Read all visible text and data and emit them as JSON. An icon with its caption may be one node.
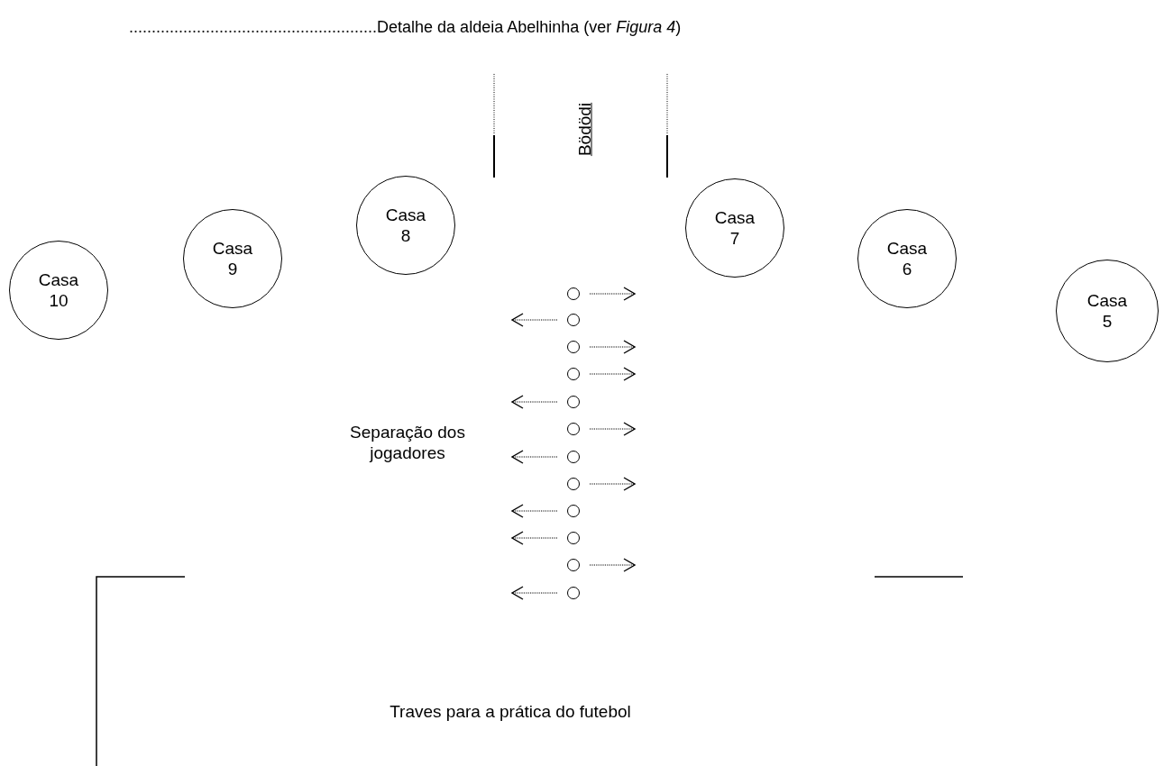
{
  "diagram": {
    "title": ".......................................................Detalhe da aldeia Abelhinha (ver *Figura 4*)",
    "nodes": [
      {
        "text": [
          "Casa 10"
        ]
      },
      {
        "text": [
          "Casa 9"
        ]
      },
      {
        "text": [
          "Casa 8"
        ]
      },
      {
        "text": [
          "Casa 7"
        ]
      },
      {
        "text": [
          "Casa 6"
        ]
      },
      {
        "text": [
          "Casa 5"
        ]
      },
      {
        "text": [],
        "shape": "circle"
      },
      {
        "text": [],
        "shape": "circle"
      },
      {
        "text": [],
        "shape": "circle"
      },
      {
        "text": [],
        "shape": "circle"
      },
      {
        "text": [],
        "shape": "circle"
      },
      {
        "text": [],
        "shape": "circle"
      },
      {
        "text": [],
        "shape": "circle"
      },
      {
        "text": [],
        "shape": "circle"
      },
      {
        "text": [],
        "shape": "circle"
      },
      {
        "text": [],
        "shape": "circle"
      },
      {
        "text": [],
        "shape": "circle"
      },
      {
        "text": [],
        "shape": "circle"
      }
    ],
    "edges": [
      {
        "from": 6,
        "to": null,
        "arrow": "to"
      },
      {
        "from": 7,
        "to": null,
        "arrow": "to"
      },
      {
        "from": 8,
        "to": null,
        "arrow": "to"
      },
      {
        "from": 9,
        "to": null,
        "arrow": "to"
      },
      {
        "from": 10,
        "to": null,
        "arrow": "to"
      },
      {
        "from": 11,
        "to": null,
        "arrow": "to"
      },
      {
        "from": 12,
        "to": null,
        "arrow": "to"
      },
      {
        "from": 13,
        "to": null,
        "arrow": "to"
      },
      {
        "from": 14,
        "to": null,
        "arrow": "to"
      },
      {
        "from": 15,
        "to": null,
        "arrow": "to"
      },
      {
        "from": 16,
        "to": null,
        "arrow": "to"
      },
      {
        "from": 17,
        "to": null,
        "arrow": "to"
      }
    ],
    "labels": [
      "Bödödi",
      "Separação dos jogadores",
      "Traves para a prática do futebol"
    ]
  }
}
